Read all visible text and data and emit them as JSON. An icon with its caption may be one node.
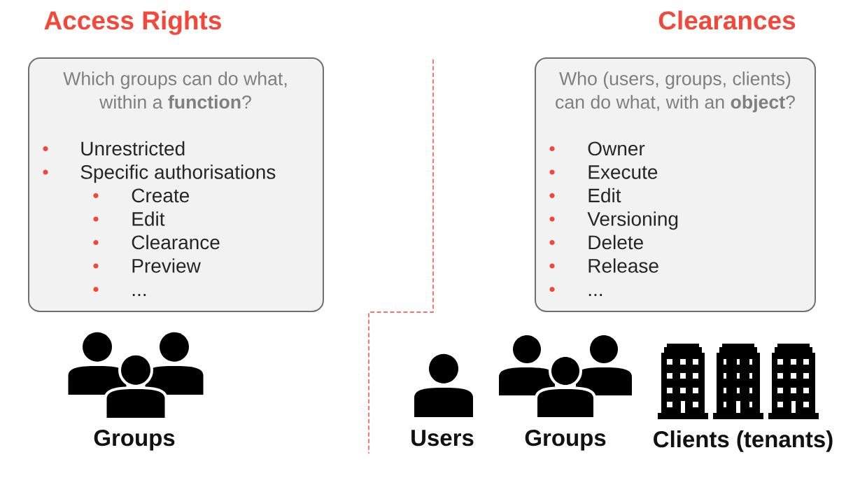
{
  "diagram": {
    "nodes": [
      {
        "text": [
          "Which groups can do what, within a **function**?",
          "Unrestricted",
          "Specific authorisations",
          "Create",
          "Edit",
          "Clearance",
          "Preview",
          "..."
        ]
      },
      {
        "text": [
          "Who (users, groups, clients) can do what, with an **object**?",
          "Owner",
          "Execute",
          "Edit",
          "Versioning",
          "Delete",
          "Release",
          "..."
        ]
      }
    ],
    "labels": [
      "Access Rights",
      "Clearances",
      "Groups",
      "Users",
      "Groups",
      "Clients (tenants)"
    ]
  }
}
